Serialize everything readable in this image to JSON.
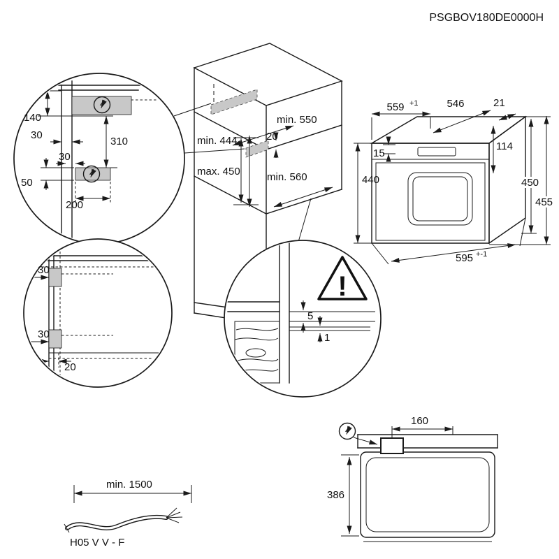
{
  "colors": {
    "line": "#1a1a1a",
    "shade": "#c8c8c8",
    "background": "#ffffff"
  },
  "header": {
    "code": "PSGBOV180DE0000H"
  },
  "side_detail": {
    "d140": "140",
    "d30_top": "30",
    "d310": "310",
    "d30_mid": "30",
    "d50": "50",
    "d200": "200"
  },
  "cabinet": {
    "min550": "min. 550",
    "min444": "min. 444",
    "d20": "20",
    "max450": "max. 450",
    "min560": "min. 560"
  },
  "oven": {
    "d559": "559",
    "d559_sup": "+1",
    "d546": "546",
    "d21": "21",
    "d15": "15",
    "d114": "114",
    "d440": "440",
    "d450": "450",
    "d455": "455",
    "d595": "595",
    "d595_sup": "+-1"
  },
  "plan_detail": {
    "d30_a": "30",
    "d30_b": "30",
    "d20": "20"
  },
  "edge_detail": {
    "d5": "5",
    "d1": "1",
    "warning_mark": "!"
  },
  "top_view": {
    "d160": "160",
    "d386": "386"
  },
  "cable": {
    "min1500": "min. 1500",
    "type_label": "H05 V V - F"
  }
}
